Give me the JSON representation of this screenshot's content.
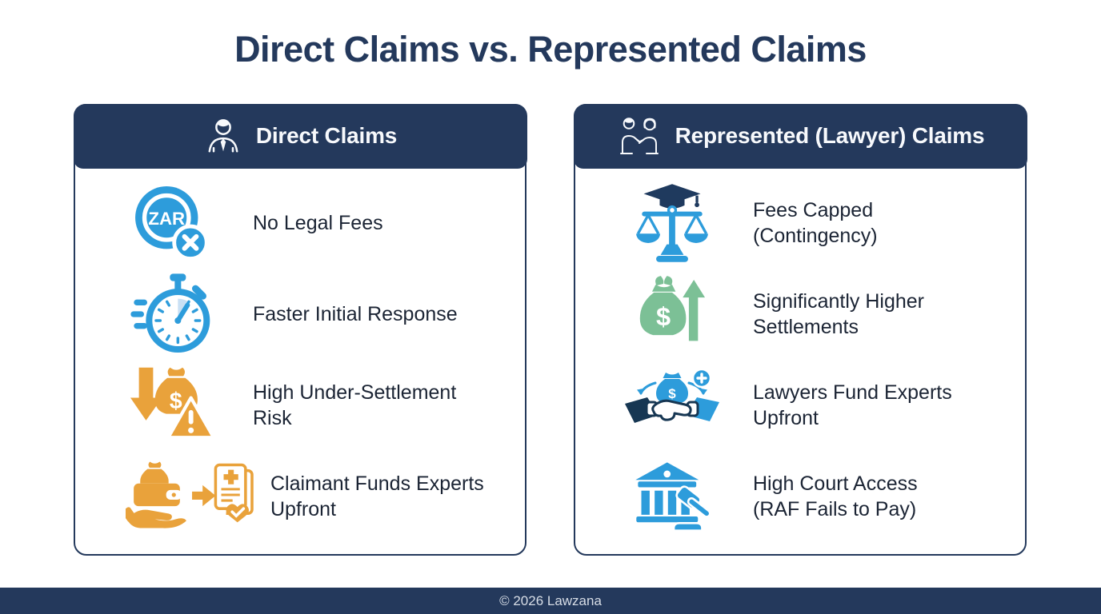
{
  "page": {
    "title": "Direct Claims vs. Represented Claims"
  },
  "colors": {
    "navy": "#24395C",
    "accent_blue": "#2D9CDB",
    "orange": "#E9A23B",
    "green": "#7CC096",
    "light_blue_wedge": "#C9E0F4",
    "body_text": "#1B2434"
  },
  "cards": [
    {
      "id": "direct-claims",
      "title": "Direct Claims",
      "header_icon": "person-icon",
      "rows": [
        {
          "icon": "zar-coin-crossed-icon",
          "label": "No Legal Fees"
        },
        {
          "icon": "stopwatch-icon",
          "label": "Faster Initial Response"
        },
        {
          "icon": "down-arrow-moneybag-warning-icon",
          "label": "High Under-Settlement\nRisk"
        },
        {
          "icon": "hand-wallet-document-icon",
          "label": "Claimant Funds Experts\nUpfront"
        }
      ]
    },
    {
      "id": "represented-claims",
      "title": "Represented (Lawyer) Claims",
      "header_icon": "two-people-handshake-icon",
      "rows": [
        {
          "icon": "scales-graduation-cap-icon",
          "label": "Fees Capped\n(Contingency)"
        },
        {
          "icon": "moneybag-up-arrow-icon",
          "label": "Significantly Higher\nSettlements"
        },
        {
          "icon": "handshake-moneybag-plus-icon",
          "label": "Lawyers Fund Experts\nUpfront"
        },
        {
          "icon": "courthouse-gavel-icon",
          "label": "High Court Access\n(RAF Fails to Pay)"
        }
      ]
    }
  ],
  "footer": {
    "text": "© 2026 Lawzana"
  }
}
